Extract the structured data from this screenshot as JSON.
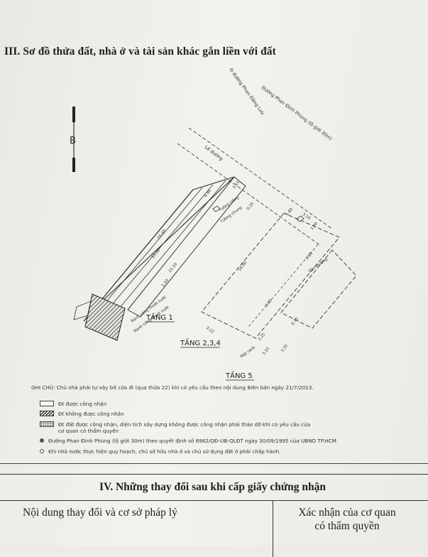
{
  "section_title": "III. Sơ đồ thửa đất, nhà ở và tài sản khác gắn liền với đất",
  "north_label": "B",
  "street_top": "Ð đường Phan Đăng Lưu",
  "street_main": "Đường Phan Đình Phùng (lộ giới 30m)",
  "sidewalk": "Lề đường",
  "floor_labels": [
    "TẦNG 1",
    "TẦNG 2,3,4",
    "TẦNG 5"
  ],
  "room_labels": {
    "tuong_rieng": "Tường riêng",
    "tuong_chung": "Tường chung",
    "san_thuong": "Sân thượng",
    "ranh_cong": "Ranh cống thoát nước",
    "ranh_cong_2": "Ranh cống thoát nước",
    "mat_ranh": "Mặt ranh"
  },
  "dimensions": [
    "20.40",
    "15.30",
    "23.10",
    "1.50",
    "16.00",
    "8.05",
    "3.15",
    "1.80",
    "4.90",
    "3.10",
    "5.80",
    "6.75",
    "3.25",
    "3.35",
    "3.12",
    "0.20",
    "1.80",
    "3.15"
  ],
  "notes": {
    "head": "GHI CHÚ: Chủ nhà phải tự xây bít cửa đi (qua thửa 22) khi có yêu cầu theo nội dung Biên bản ngày 21/7/2013.",
    "legend": [
      {
        "text": "Đt được công nhận",
        "sub": ""
      },
      {
        "text": "Đt không được công nhận",
        "sub": ""
      },
      {
        "text": "Đt đất được công nhận, diện tích xây dựng không được công nhận phải tháo dỡ khi có yêu cầu của",
        "sub": "cơ quan có thẩm quyền"
      }
    ],
    "bullets": [
      "Đường Phan Đình Phùng (lộ giới 30m) theo quyết định số 6982/QĐ-UB-QLĐT ngày 30/09/1995 của UBND TP.HCM",
      "Khi nhà nước thực hiện quy hoạch, chủ sở hữu nhà ở và chủ sử dụng đất ở phải chấp hành."
    ]
  },
  "table": {
    "title": "IV. Những thay đổi sau khi cấp giấy chứng nhận",
    "col_left": "Nội dung thay đổi và cơ sở pháp lý",
    "col_right_1": "Xác nhận của cơ quan",
    "col_right_2": "có thẩm quyền"
  }
}
